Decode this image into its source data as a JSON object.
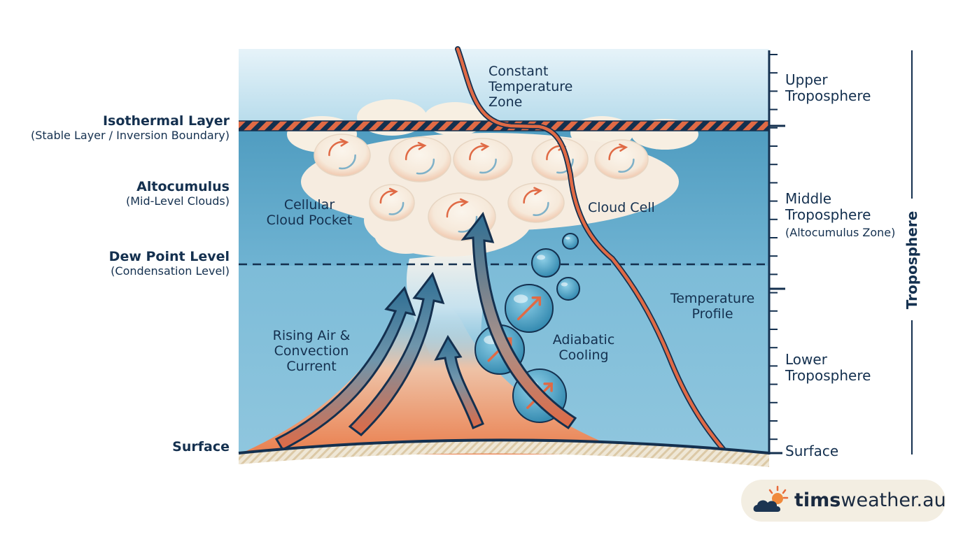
{
  "left_labels": {
    "isothermal": {
      "title": "Isothermal Layer",
      "subtitle": "(Stable Layer / Inversion Boundary)"
    },
    "altocumulus": {
      "title": "Altocumulus",
      "subtitle": "(Mid-Level Clouds)"
    },
    "dew_point": {
      "title": "Dew Point Level",
      "subtitle": "(Condensation Level)"
    },
    "surface": "Surface"
  },
  "inner_labels": {
    "constant_temp": [
      "Constant",
      "Temperature",
      "Zone"
    ],
    "cellular_pocket": [
      "Cellular",
      "Cloud Pocket"
    ],
    "cloud_cell": "Cloud Cell",
    "rising_air": [
      "Rising Air &",
      "Convection",
      "Current"
    ],
    "adiabatic": [
      "Adiabatic",
      "Cooling"
    ],
    "temp_profile": [
      "Temperature",
      "Profile"
    ]
  },
  "right_labels": {
    "upper": [
      "Upper",
      "Troposphere"
    ],
    "middle": [
      "Middle",
      "Troposphere"
    ],
    "middle_sub": "(Altocumulus Zone)",
    "lower": [
      "Lower",
      "Troposphere"
    ],
    "surface": "Surface",
    "troposphere": "Troposphere"
  },
  "logo": {
    "bold": "tims",
    "rest": "weather.au"
  },
  "colors": {
    "navy": "#14304f",
    "orange_line": "#e06a45",
    "sky_upper": "#dbeef6",
    "sky_mid": "#5ea8c8",
    "sky_lower": "#89c3dc",
    "warm_surface": "#ee8d5f",
    "cloud": "#f7efe2"
  }
}
